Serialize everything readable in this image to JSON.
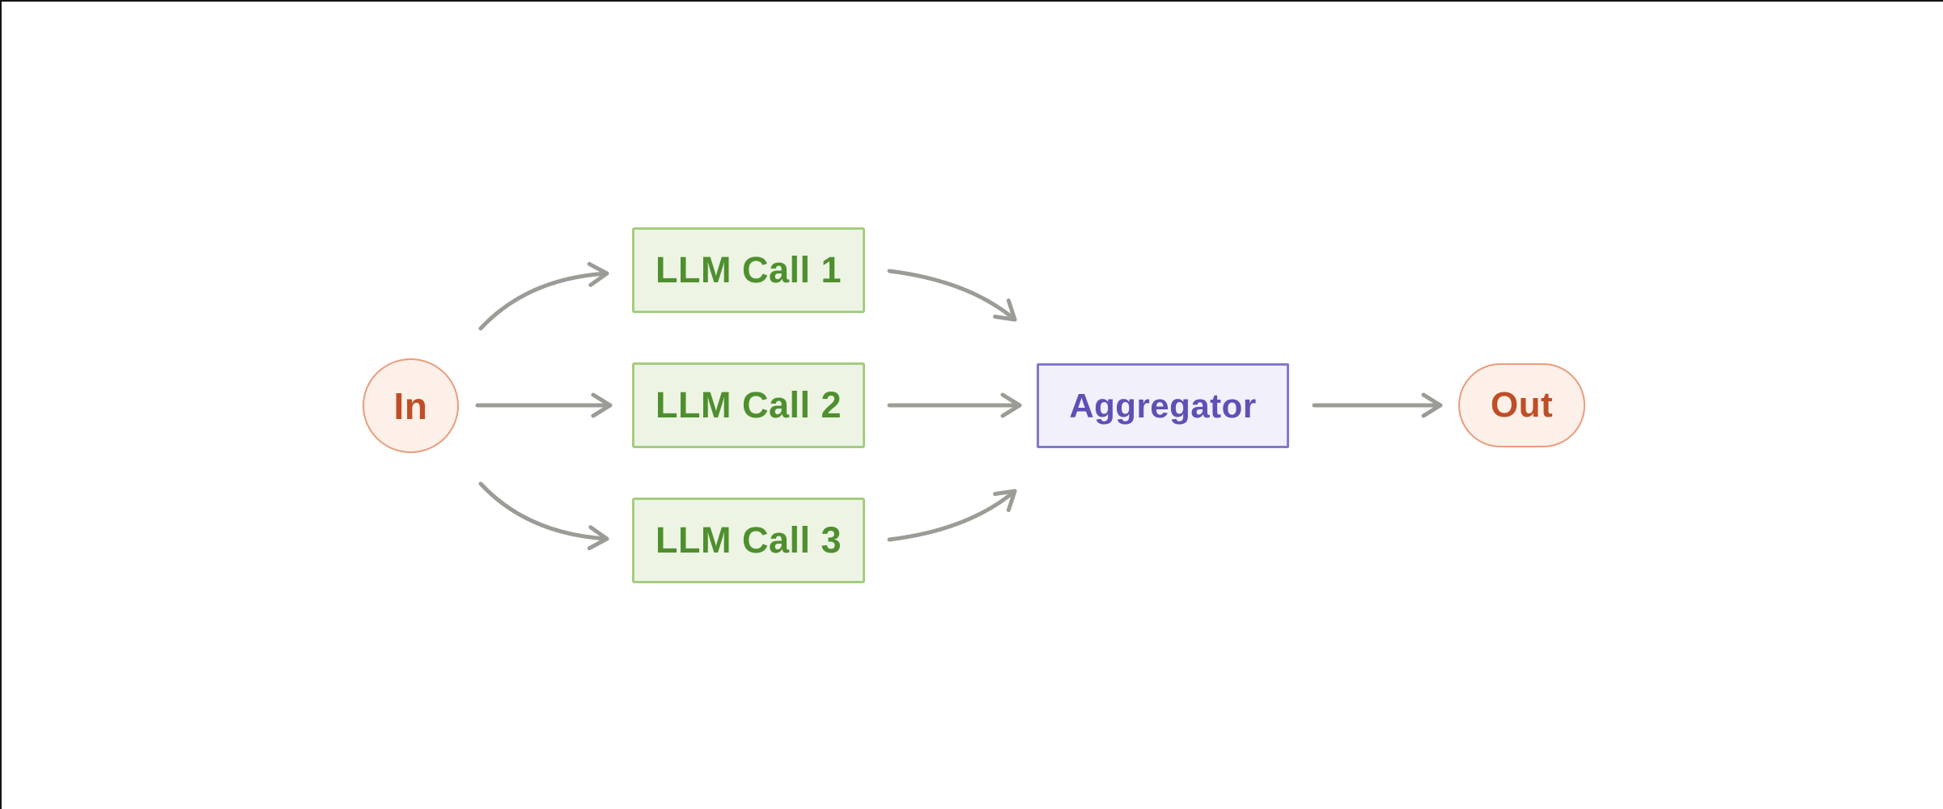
{
  "diagram": {
    "nodes": {
      "in": {
        "label": "In",
        "shape": "circle",
        "fill": "#FCF0E9",
        "border": "#E99C7B",
        "text_color": "#BF4E26"
      },
      "llm1": {
        "label": "LLM Call 1",
        "shape": "rect",
        "fill": "#EDF4E4",
        "border": "#A6CC7F",
        "text_color": "#4E8F2E"
      },
      "llm2": {
        "label": "LLM Call 2",
        "shape": "rect",
        "fill": "#EDF4E4",
        "border": "#A6CC7F",
        "text_color": "#4E8F2E"
      },
      "llm3": {
        "label": "LLM Call 3",
        "shape": "rect",
        "fill": "#EDF4E4",
        "border": "#A6CC7F",
        "text_color": "#4E8F2E"
      },
      "aggregator": {
        "label": "Aggregator",
        "shape": "rect",
        "fill": "#F2F0FA",
        "border": "#8379CF",
        "text_color": "#5E50B5"
      },
      "out": {
        "label": "Out",
        "shape": "pill",
        "fill": "#FCF0E9",
        "border": "#E99C7B",
        "text_color": "#BF4E26"
      }
    },
    "edges": [
      {
        "from": "in",
        "to": "llm1",
        "style": "curved"
      },
      {
        "from": "in",
        "to": "llm2",
        "style": "straight"
      },
      {
        "from": "in",
        "to": "llm3",
        "style": "curved"
      },
      {
        "from": "llm1",
        "to": "aggregator",
        "style": "curved"
      },
      {
        "from": "llm2",
        "to": "aggregator",
        "style": "straight"
      },
      {
        "from": "llm3",
        "to": "aggregator",
        "style": "curved"
      },
      {
        "from": "aggregator",
        "to": "out",
        "style": "straight"
      }
    ],
    "colors": {
      "arrow": "#9C9C96",
      "canvas_background": "#FFFFFF",
      "canvas_edge_line": "#141414"
    }
  }
}
